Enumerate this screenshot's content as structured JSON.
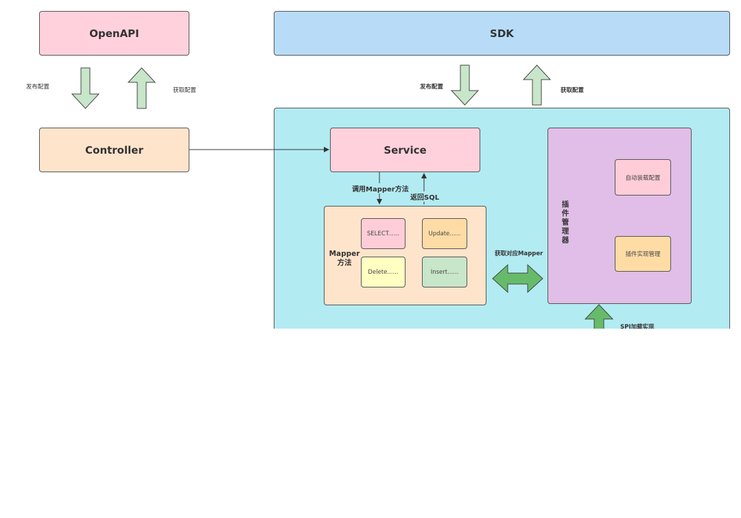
{
  "nodes": {
    "openapi": "OpenAPI",
    "sdk": "SDK",
    "controller": "Controller",
    "service": "Service",
    "mapper_title": "Mapper\n方法",
    "mapper_select": "SELECT......",
    "mapper_update": "Update......",
    "mapper_delete": "Delete......",
    "mapper_insert": "Insert......",
    "plugin_manager": "插\n件\n管\n理\n器",
    "plugin_auto": "自动装载配置",
    "plugin_impl": "插件实现管理"
  },
  "edges": {
    "openapi_publish": "发布配置",
    "openapi_fetch": "获取配置",
    "sdk_publish": "发布配置",
    "sdk_fetch": "获取配置",
    "call_mapper": "调用Mapper方法",
    "return_sql": "返回SQL",
    "get_mapper": "获取对应Mapper",
    "spi_load": "SPI加载实现"
  },
  "colors": {
    "pink": "#ffd1dc",
    "blue": "#b8dcf8",
    "peach": "#ffe4cc",
    "cyan": "#b2ebf2",
    "purple": "#e1bee7",
    "yellow": "#ffffc2",
    "green": "#c8e6c9",
    "orange": "#ffdca6",
    "arrow_light": "#c8e6c9",
    "arrow_dark": "#66bb6a"
  }
}
